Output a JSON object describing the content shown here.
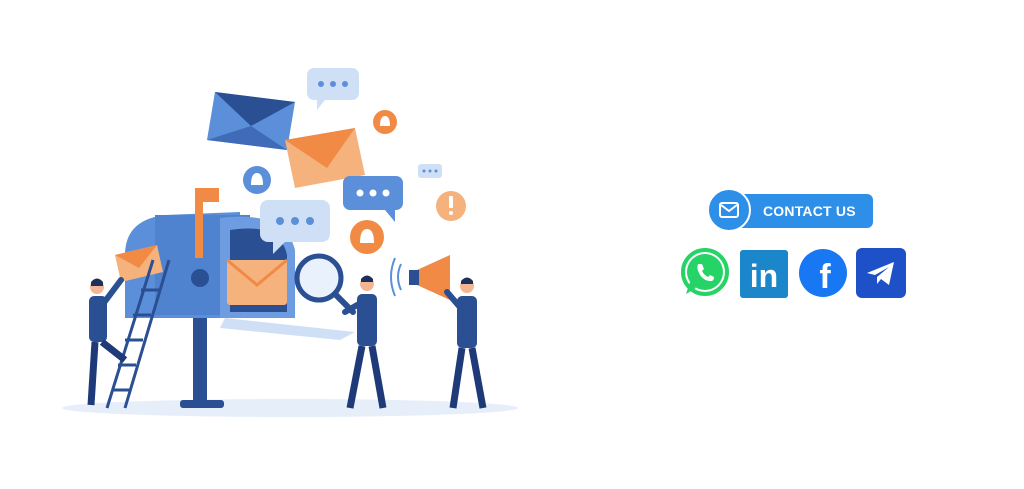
{
  "contact": {
    "label": "CONTACT US",
    "icon": "mail-icon",
    "color": "#2d8fe8"
  },
  "social_links": [
    {
      "name": "whatsapp",
      "icon": "whatsapp-icon",
      "color": "#25d366"
    },
    {
      "name": "linkedin",
      "icon": "linkedin-icon",
      "text": "in",
      "color": "#1b86c9"
    },
    {
      "name": "facebook",
      "icon": "facebook-icon",
      "text": "f",
      "color": "#1877f2"
    },
    {
      "name": "telegram",
      "icon": "telegram-icon",
      "color": "#1e50c8"
    }
  ],
  "illustration": {
    "icon": "mailbox-marketing-illustration",
    "colors": {
      "blue_dark": "#2b4f93",
      "blue_mid": "#5b8fd9",
      "blue_light": "#cfe0f6",
      "orange": "#f08a45",
      "orange_light": "#f6b27c"
    }
  }
}
